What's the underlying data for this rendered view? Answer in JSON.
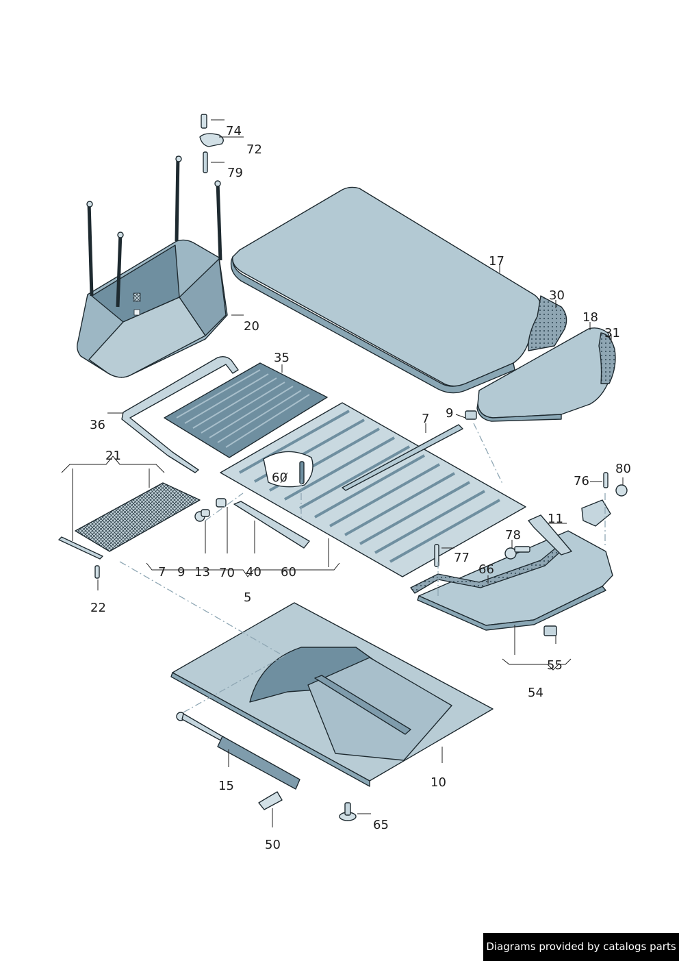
{
  "labels": {
    "l74": "74",
    "l72": "72",
    "l79": "79",
    "l17": "17",
    "l30": "30",
    "l18": "18",
    "l31": "31",
    "l20": "20",
    "l35": "35",
    "l36": "36",
    "l7a": "7",
    "l9a": "9",
    "l80": "80",
    "l76": "76",
    "l11": "11",
    "l78": "78",
    "l77": "77",
    "l66": "66",
    "l21": "21",
    "l60a": "60",
    "l7b": "7",
    "l9b": "9",
    "l13": "13",
    "l70": "70",
    "l40": "40",
    "l60b": "60",
    "l5": "5",
    "l22": "22",
    "l55": "55",
    "l54": "54",
    "l15": "15",
    "l10": "10",
    "l65": "65",
    "l50": "50"
  },
  "footer": {
    "credit": "Diagrams provided by catalogs parts"
  },
  "colors": {
    "part_fill": "#b5cbd5",
    "part_light": "#d2e0e6",
    "part_dark": "#6f8fa0",
    "outline": "#1e2a30",
    "leader": "#1e1e1e",
    "dashed": "#8fa7b4"
  }
}
